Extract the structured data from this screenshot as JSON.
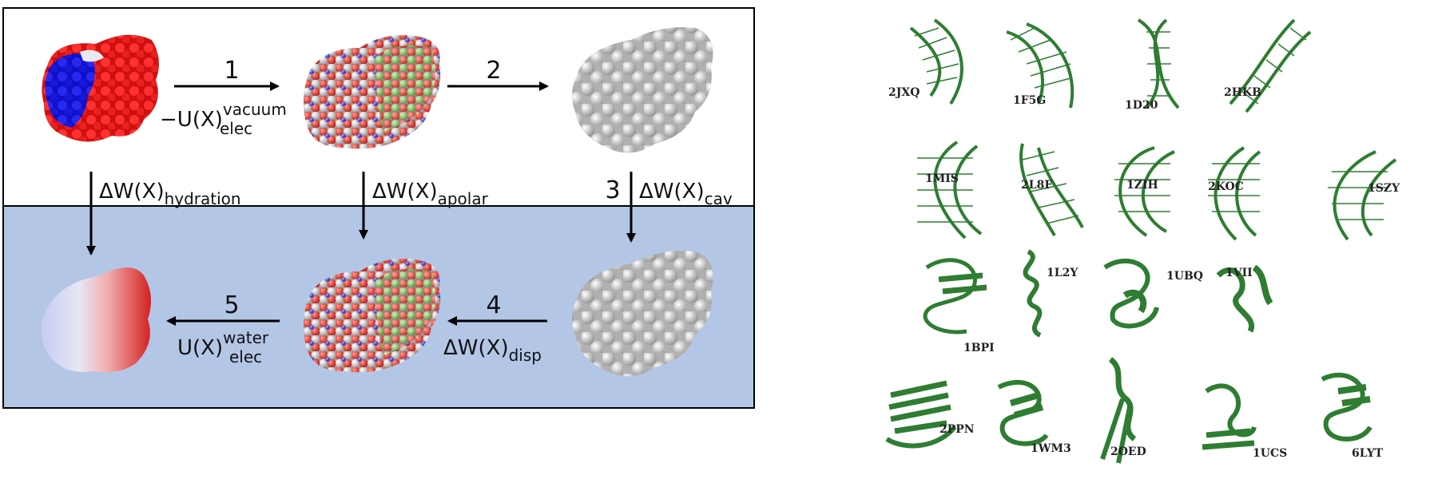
{
  "steps": [
    {
      "number": "1",
      "label": "−U(X)",
      "sup": "vacuum",
      "sub": "elec"
    },
    {
      "number": "2"
    },
    {
      "number": "3",
      "label": "ΔW(X)",
      "sub": "cav"
    },
    {
      "number": "4",
      "label": "ΔW(X)",
      "sub": "disp"
    },
    {
      "number": "5",
      "label": "U(X)",
      "sup": "water",
      "sub": "elec"
    }
  ],
  "vertical_labels": [
    {
      "label": "ΔW(X)",
      "sub": "hydration"
    },
    {
      "label": "ΔW(X)",
      "sub": "apolar"
    }
  ],
  "colors": {
    "top_bg": "#ffffff",
    "bottom_bg": "#b3c6e6",
    "structure": "#2e7d32"
  },
  "dna_ids": [
    "2JXQ",
    "1F5G",
    "1D20",
    "2HKB",
    "1MIS",
    "2L8F",
    "1ZIH",
    "2KOC",
    "1SZY"
  ],
  "protein_ids": [
    "1BPI",
    "1L2Y",
    "1UBQ",
    "1VII",
    "2PPN",
    "1WM3",
    "2OED",
    "1UCS",
    "6LYT"
  ]
}
